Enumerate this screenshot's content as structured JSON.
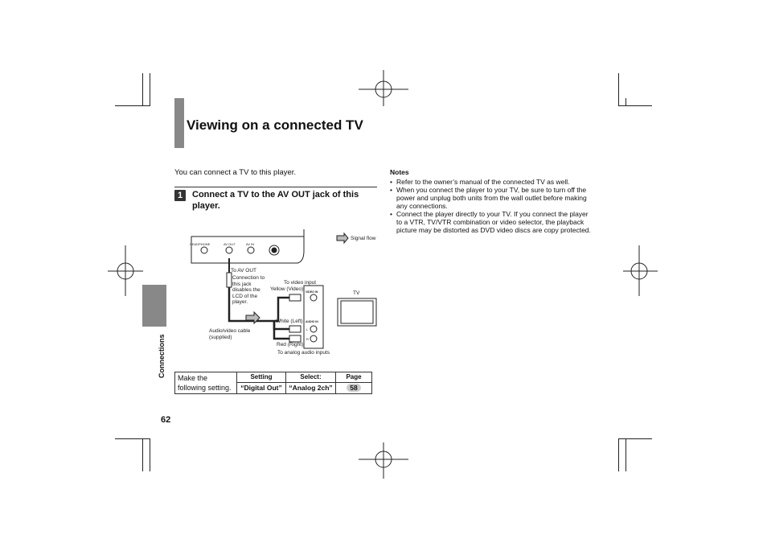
{
  "title": "Viewing on a connected TV",
  "side_label": "Connections",
  "intro": "You can connect a TV to this player.",
  "step": {
    "number": "1",
    "text": "Connect a TV to the AV OUT jack of this player."
  },
  "diagram": {
    "jack_headphone": "HEADPHONE",
    "jack_av_out": "AV OUT",
    "jack_av_in": "AV IN",
    "signal_flow": "Signal flow",
    "to_av_out": "To AV OUT",
    "connection_note": "Connection to this jack disables the LCD of the player.",
    "to_video_input": "To video input",
    "yellow_video": "Yellow (Video)",
    "tv": "TV",
    "video_in": "VIDEO IN",
    "audio_in": "AUDIO IN",
    "left_short": "L",
    "right_short": "R",
    "white_left": "White (Left)",
    "red_right": "Red (Right)",
    "cable": "Audio/video cable (supplied)",
    "to_analog_audio": "To analog audio inputs"
  },
  "setting_table": {
    "lead": "Make the following setting.",
    "setting_header": "Setting",
    "select_header": "Select:",
    "page_header": "Page",
    "setting_value": "“Digital Out”",
    "select_value": "“Analog 2ch”",
    "page_value": "58"
  },
  "page_number": "62",
  "notes": {
    "title": "Notes",
    "items": [
      "Refer to the owner’s manual of the connected TV as well.",
      "When you connect the player to your TV, be sure to turn off the power and unplug both units from the wall outlet before making any connections.",
      "Connect the player directly to your TV. If you connect the player to a VTR, TV/VTR combination or video selector, the playback picture may be distorted as DVD video discs are copy protected."
    ]
  }
}
